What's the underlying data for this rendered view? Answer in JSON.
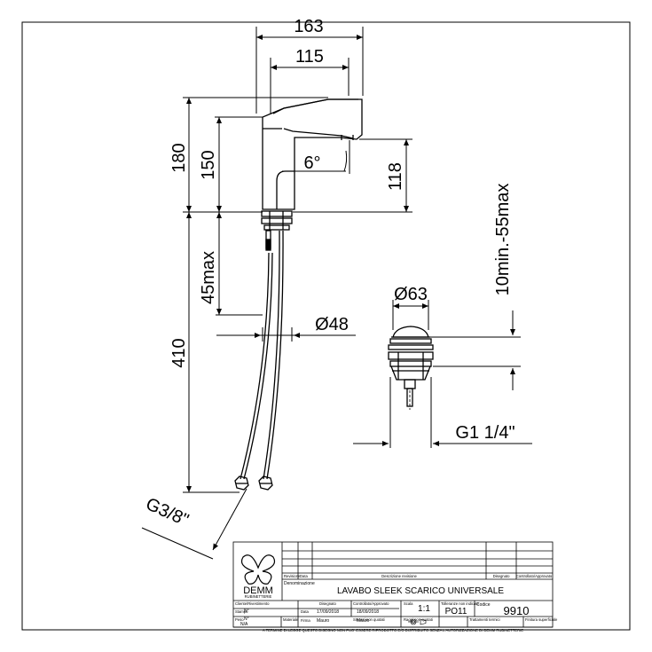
{
  "dimensions": {
    "w163": "163",
    "w115": "115",
    "h180": "180",
    "h150": "150",
    "angle": "6°",
    "h118": "118",
    "max45": "45max",
    "h410": "410",
    "d48": "Ø48",
    "d63": "Ø63",
    "range": "10min.-55max",
    "g114": "G1 1/4\"",
    "g38": "G3/8\""
  },
  "title_block": {
    "logo_text": "DEMM",
    "logo_sub": "RUBINETTERIE",
    "revision_header": "Revisione",
    "date_header": "Data",
    "description_header": "Descrizione revisione",
    "drawn_header": "Disegnato",
    "checked_header": "Controllato/Approvato",
    "denomination_label": "Denominazione",
    "product_name": "LAVABO SLEEK SCARICO UNIVERSALE",
    "coating_label": "Cliente/Rivestimento",
    "coating_value": "N°",
    "print_label": "Stampo",
    "print_value": "N°",
    "date_label": "Data",
    "drawn_label": "Disegnato",
    "drawn_date": "17/09/2018",
    "approved_label": "Controllato/Approvato",
    "approved_date": "18/09/2018",
    "signature_label": "Firma",
    "drawn_by": "Mauro",
    "approved_by": "Mauro",
    "scale_label": "Scala",
    "scale_value": "1:1",
    "tolerance_label": "Tolleranze non indicate",
    "tolerance_value": "PO11",
    "code_label": "Codice",
    "code_value": "9910",
    "weight_label": "Peso",
    "weight_value": "N/A",
    "material_label": "Materiale",
    "edges_label": "Smussi non quotati",
    "radius_label": "Raggi non quotati",
    "treatment_label": "Trattamenti termici",
    "finish_label": "Finitura superficiale",
    "footer": "A TERMINE DI LEGGE QUESTO DISEGNO NON PUO' ESSERE RIPRODOTTO E/O DISTRIBUITO SENZA L'AUTORIZZAZIONE DI DEMM RUBINETTERIE"
  }
}
